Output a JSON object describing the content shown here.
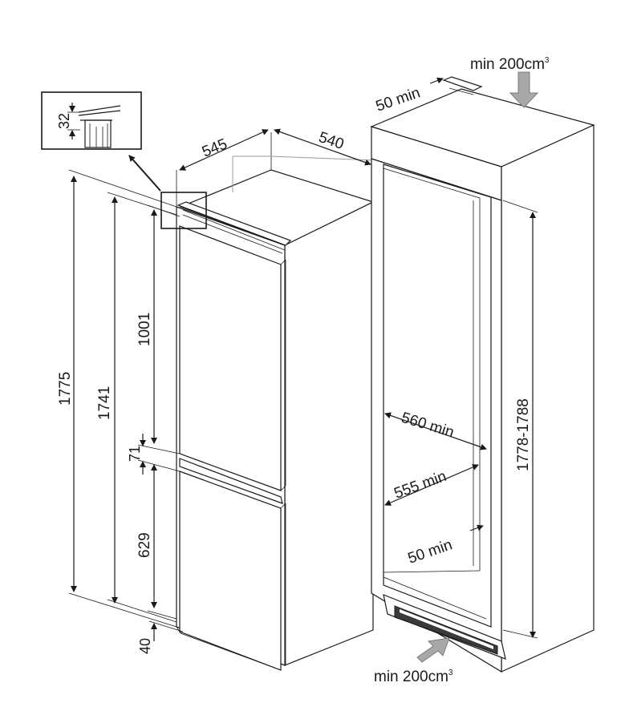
{
  "dimensions": {
    "depth_545": "545",
    "width_540": "540",
    "detail_32": "32",
    "height_1775": "1775",
    "height_1741": "1741",
    "height_1001": "1001",
    "gap_71": "71",
    "height_629": "629",
    "base_40": "40",
    "niche_height": "1778-1788",
    "niche_depth_min": "560 min",
    "niche_width_min": "555 min",
    "top_gap_min": "50 min",
    "bottom_gap_min": "50 min"
  },
  "ventilation": {
    "top_label": "min 200cm",
    "top_superscript": "3",
    "bottom_label": "min 200cm",
    "bottom_superscript": "3"
  },
  "colors": {
    "line": "#1a1a1a",
    "vent_arrow": "#a8a8a8",
    "vent_grille": "#3a3a3a"
  }
}
